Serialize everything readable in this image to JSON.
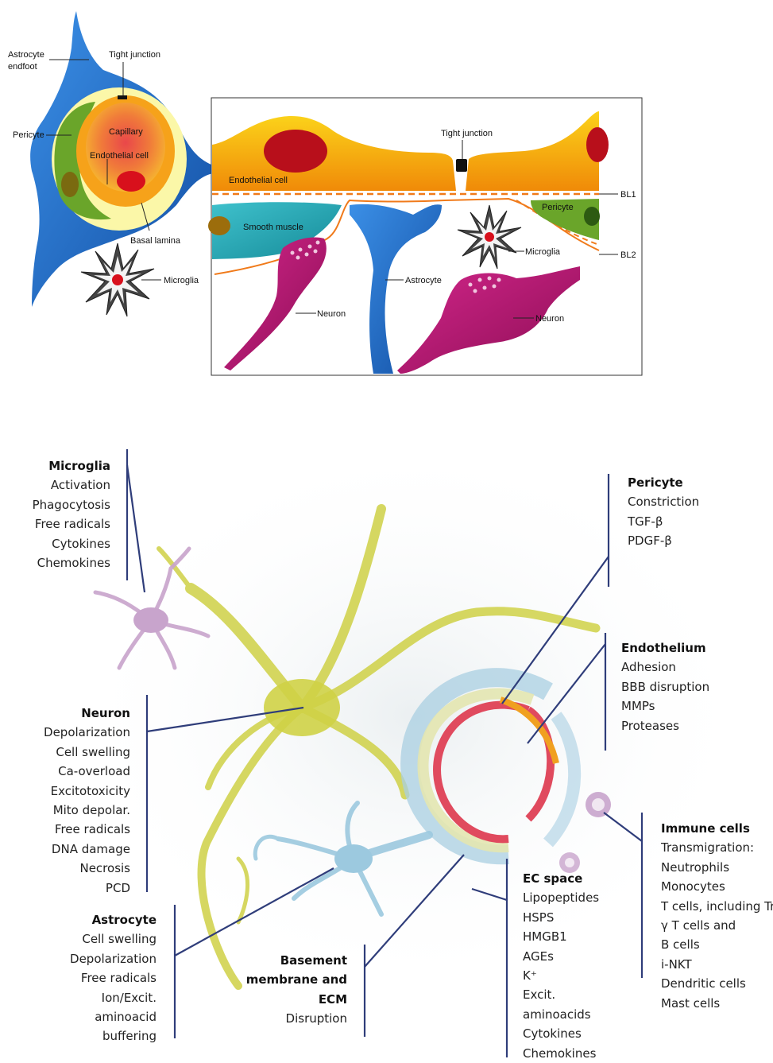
{
  "top_left": {
    "astrocyte_endfoot": [
      "Astrocyte",
      "endfoot"
    ],
    "tight_junction": "Tight junction",
    "pericyte": "Pericyte",
    "capillary": "Capillary",
    "endothelial_cell": "Endothelial cell",
    "basal_lamina": "Basal lamina",
    "microglia": "Microglia"
  },
  "top_right": {
    "tight_junction": "Tight junction",
    "endothelial_cell": "Endothelial cell",
    "bl1": "BL1",
    "bl2": "BL2",
    "smooth_muscle": "Smooth muscle",
    "pericyte": "Pericyte",
    "microglia": "Microglia",
    "astrocyte": "Astrocyte",
    "neuron_left": "Neuron",
    "neuron_right": "Neuron"
  },
  "bottom": {
    "microglia": {
      "title": "Microglia",
      "items": [
        "Activation",
        "Phagocytosis",
        "Free radicals",
        "Cytokines",
        "Chemokines"
      ]
    },
    "pericyte": {
      "title": "Pericyte",
      "items": [
        "Constriction",
        "TGF-β",
        "PDGF-β"
      ]
    },
    "endothelium": {
      "title": "Endothelium",
      "items": [
        "Adhesion",
        "BBB disruption",
        "MMPs",
        "Proteases"
      ]
    },
    "neuron": {
      "title": "Neuron",
      "items": [
        "Depolarization",
        "Cell swelling",
        "Ca-overload",
        "Excitotoxicity",
        "Mito depolar.",
        "Free radicals",
        "DNA damage",
        "Necrosis",
        "PCD"
      ]
    },
    "immune": {
      "title": "Immune cells",
      "items": [
        "Transmigration:",
        "Neutrophils",
        "Monocytes",
        "T cells, including Tregs",
        "γ T cells and",
        "B cells",
        "i-NKT",
        "Dendritic cells",
        "Mast cells"
      ]
    },
    "ec_space": {
      "title": "EC space",
      "items": [
        "Lipopeptides",
        "HSPS",
        "HMGB1",
        "AGEs",
        "K⁺",
        "Excit.",
        "aminoacids",
        "Cytokines",
        "Chemokines"
      ]
    },
    "astrocyte": {
      "title": "Astrocyte",
      "items": [
        "Cell swelling",
        "Depolarization",
        "Free radicals",
        "Ion/Excit.",
        "aminoacid",
        "buffering"
      ]
    },
    "basement": {
      "title_lines": [
        "Basement",
        "membrane and",
        "ECM"
      ],
      "items": [
        "Disruption"
      ]
    }
  },
  "colors": {
    "astrocyte_blue": "#1d6fd0",
    "endothelium_orange": "#f5a30a",
    "neuron_magenta": "#b3186f",
    "nucleus_red": "#c0101e",
    "pericyte_green": "#6aa52a",
    "smooth_muscle_teal": "#2aa7b5",
    "leader_navy": "#2f3d7a",
    "bottom_neuron_yellow": "#c9cc3a",
    "bottom_vessel_red": "#e04a5e"
  }
}
